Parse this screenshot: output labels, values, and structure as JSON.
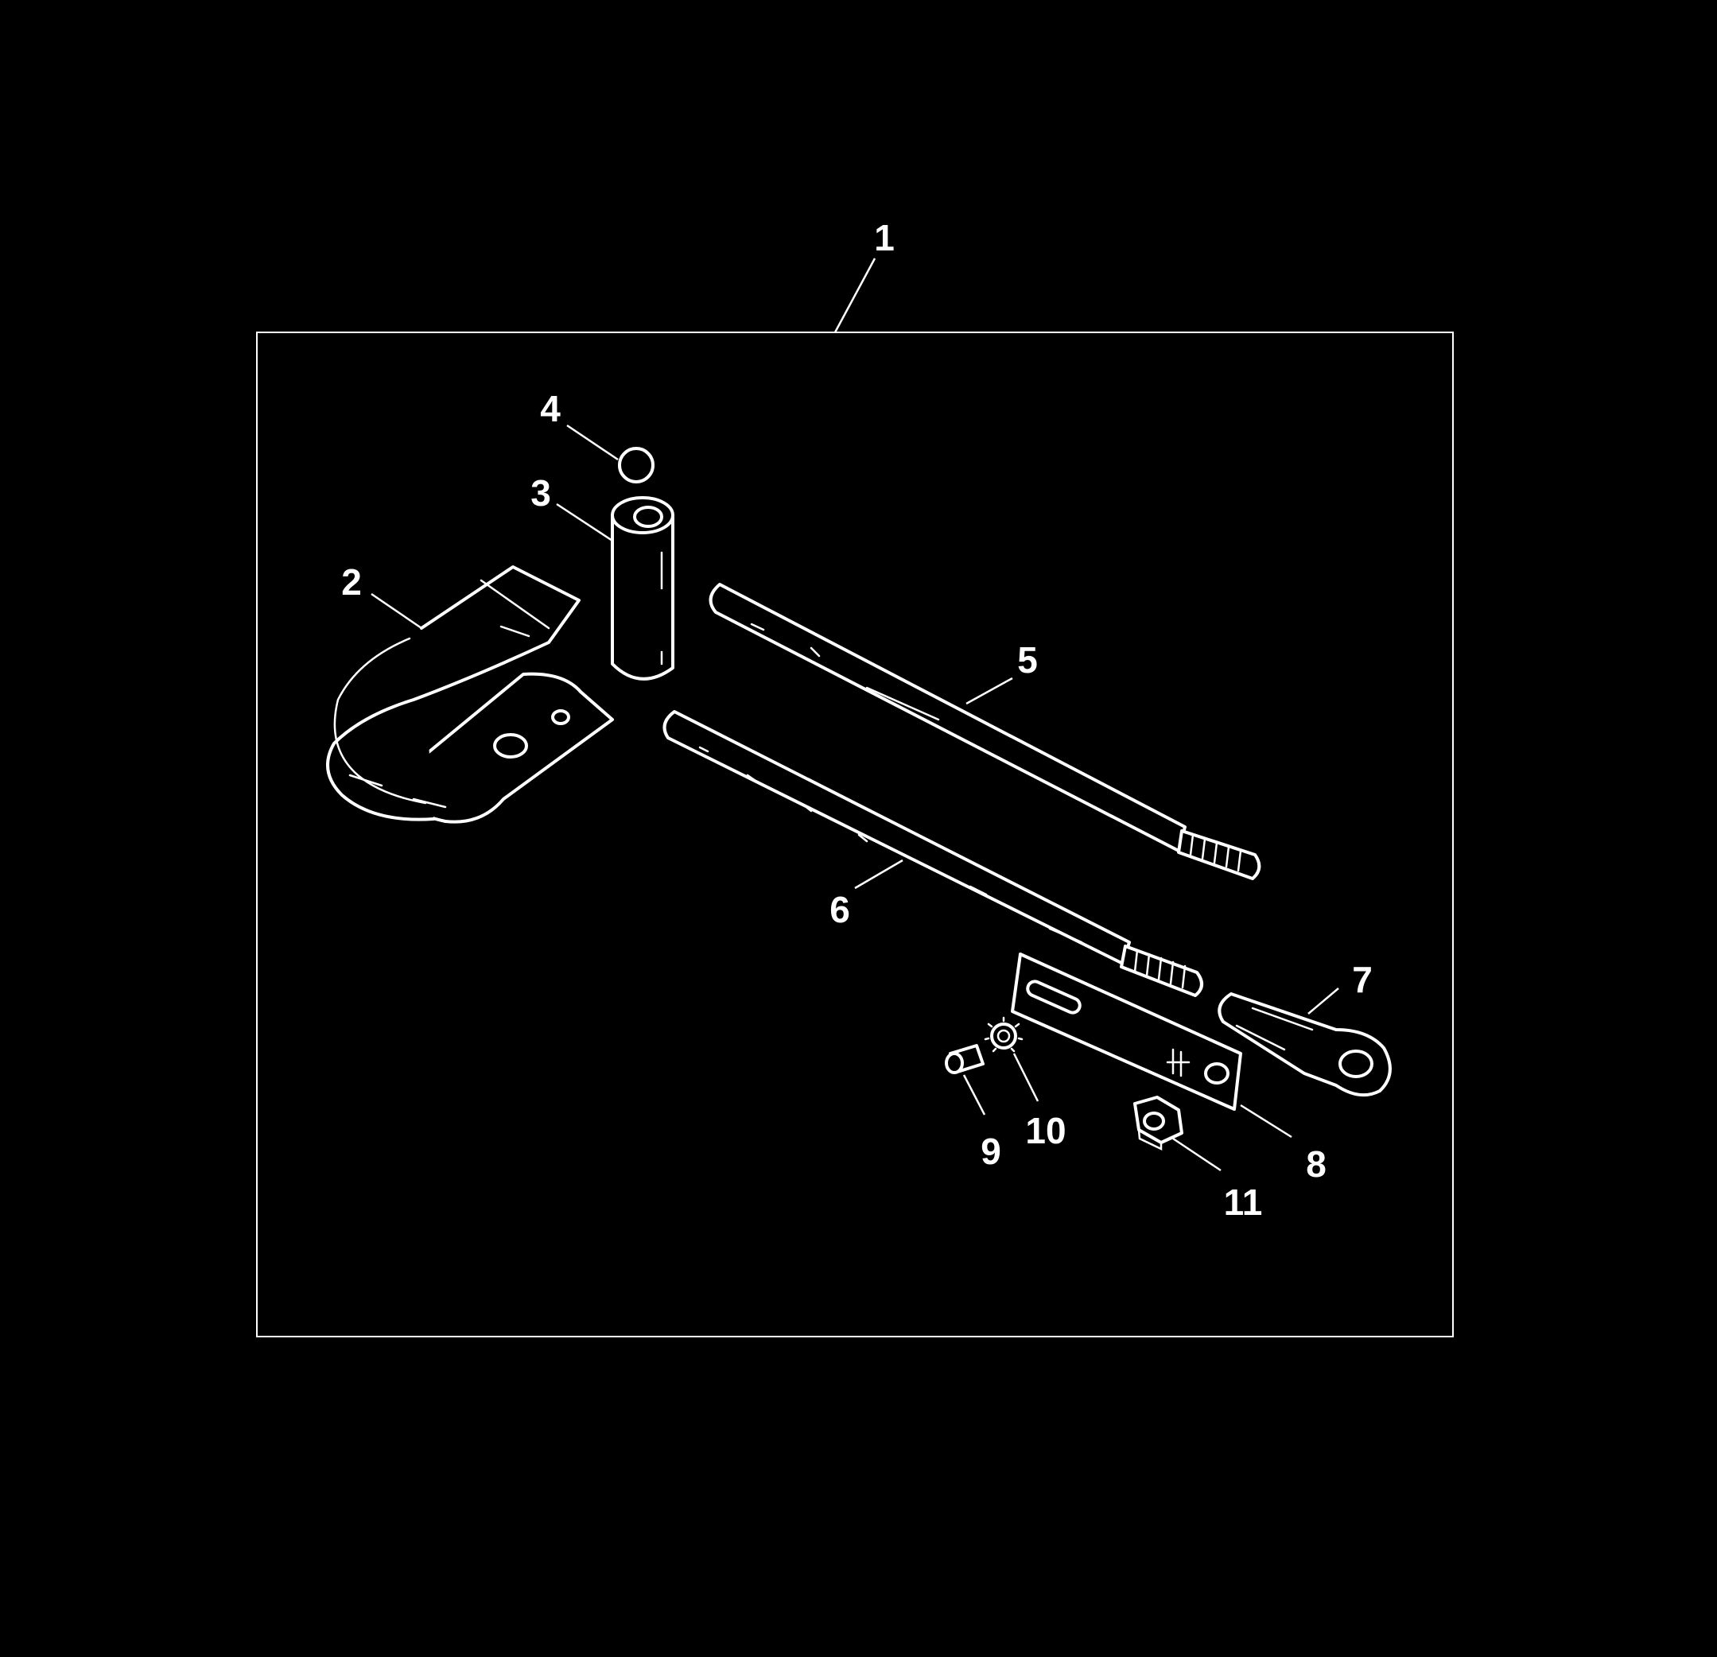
{
  "diagram": {
    "callouts": [
      "1",
      "2",
      "3",
      "4",
      "5",
      "6",
      "7",
      "8",
      "9",
      "10",
      "11"
    ],
    "colors": {
      "background": "#000000",
      "line": "#ffffff"
    }
  }
}
